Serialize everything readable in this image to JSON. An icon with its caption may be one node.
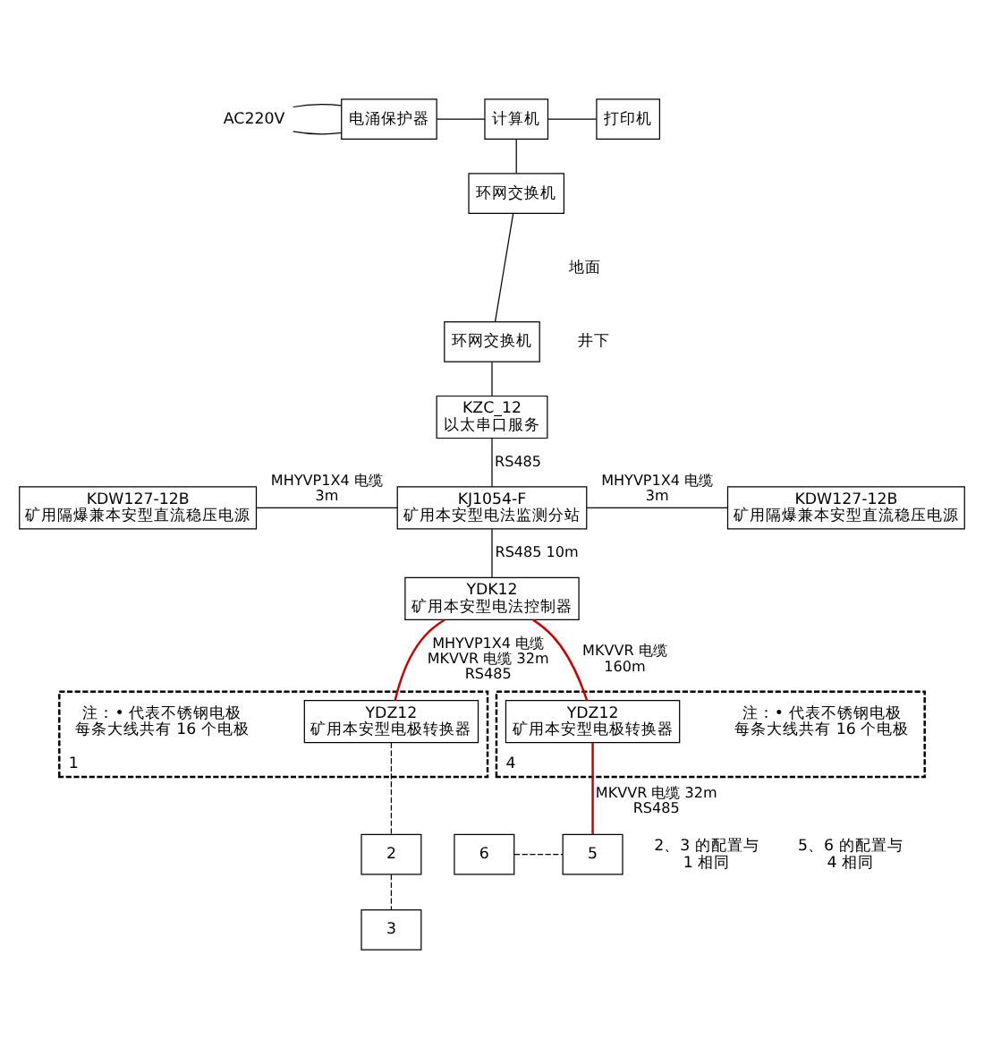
{
  "diagram": {
    "nodes": [
      {
        "text": [
          "AC220V"
        ]
      },
      {
        "text": [
          "电涌保护器"
        ]
      },
      {
        "text": [
          "计算机"
        ]
      },
      {
        "text": [
          "打印机"
        ]
      },
      {
        "text": [
          "环网交换机"
        ]
      },
      {
        "text": [
          "环网交换机"
        ]
      },
      {
        "text": [
          "KZC_12 以太串口服务"
        ]
      },
      {
        "text": [
          "KDW127-12B 矿用隔爆兼本安型直流稳压电源"
        ]
      },
      {
        "text": [
          "KJ1054-F 矿用本安型电法监测分站"
        ]
      },
      {
        "text": [
          "KDW127-12B 矿用隔爆兼本安型直流稳压电源"
        ]
      },
      {
        "text": [
          "YDK12 矿用本安型电法控制器"
        ]
      },
      {
        "text": [
          "注：• 代表不锈钢电极",
          "每条大线共有 16 个电极",
          "1"
        ]
      },
      {
        "text": [
          "YDZ12 矿用本安型电极转换器"
        ],
        "in": 11
      },
      {
        "text": [
          "2"
        ]
      },
      {
        "text": [
          "3"
        ]
      },
      {
        "text": [
          "注：• 代表不锈钢电极",
          "每条大线共有 16 个电极",
          "4"
        ]
      },
      {
        "text": [
          "YDZ12 矿用本安型电极转换器"
        ],
        "in": 15
      },
      {
        "text": [
          "6"
        ]
      },
      {
        "text": [
          "5"
        ]
      }
    ],
    "edges": [
      {
        "from": 0,
        "to": 1,
        "arrow": "none"
      },
      {
        "from": 0,
        "to": 1,
        "arrow": "none"
      },
      {
        "from": 1,
        "to": 2,
        "arrow": "none"
      },
      {
        "from": 2,
        "to": 3,
        "arrow": "none"
      },
      {
        "from": 2,
        "to": 4,
        "arrow": "none"
      },
      {
        "from": 4,
        "to": 5,
        "arrow": "none"
      },
      {
        "from": 5,
        "to": 6,
        "arrow": "none"
      },
      {
        "from": 6,
        "to": 8,
        "arrow": "none",
        "label": "RS485"
      },
      {
        "from": 7,
        "to": 8,
        "arrow": "none",
        "label": "MHYVP1X4 电缆 3m"
      },
      {
        "from": 8,
        "to": 9,
        "arrow": "none",
        "label": "MHYVP1X4 电缆 3m"
      },
      {
        "from": 8,
        "to": 10,
        "arrow": "none",
        "label": "RS485 10m"
      },
      {
        "from": 10,
        "to": 12,
        "arrow": "none",
        "label": "MHYVP1X4 电缆 MKVVR 电缆 32m RS485",
        "color": "#cc0000"
      },
      {
        "from": 10,
        "to": 16,
        "arrow": "none",
        "label": "MKVVR 电缆 160m",
        "color": "#cc0000"
      },
      {
        "from": 16,
        "to": 18,
        "arrow": "none",
        "label": "MKVVR 电缆 32m RS485",
        "color": "#cc0000"
      },
      {
        "from": 12,
        "to": 13,
        "arrow": "none",
        "style": "dashed"
      },
      {
        "from": 13,
        "to": 14,
        "arrow": "none",
        "style": "dashed"
      },
      {
        "from": 17,
        "to": 18,
        "arrow": "none",
        "style": "dashed"
      }
    ],
    "labels": [
      "地面",
      "井下",
      "2、3 的配置与 1 相同",
      "5、6 的配置与 4 相同"
    ]
  }
}
